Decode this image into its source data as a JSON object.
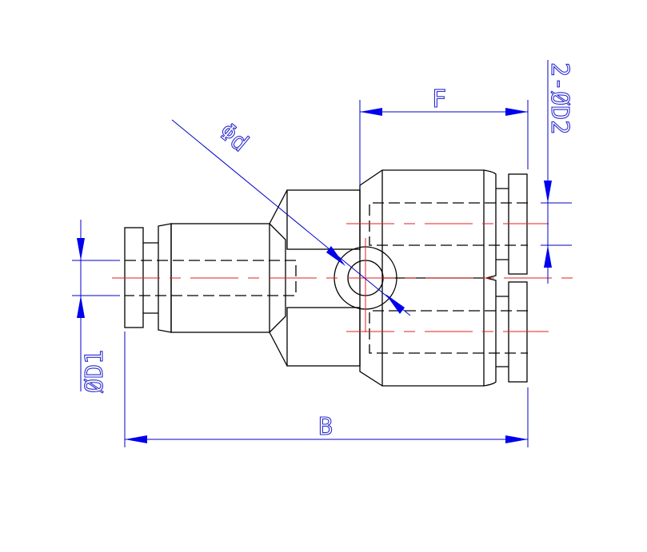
{
  "drawing": {
    "title": "Y-type push-in reducer fitting",
    "labels": {
      "f": "F",
      "b": "B",
      "d1": "ØD1",
      "d2": "2-ØD2",
      "phi_d": "Φd"
    },
    "colors": {
      "outline": "#000000",
      "centerline": "#e02020",
      "dimension": "#0000cc"
    }
  }
}
